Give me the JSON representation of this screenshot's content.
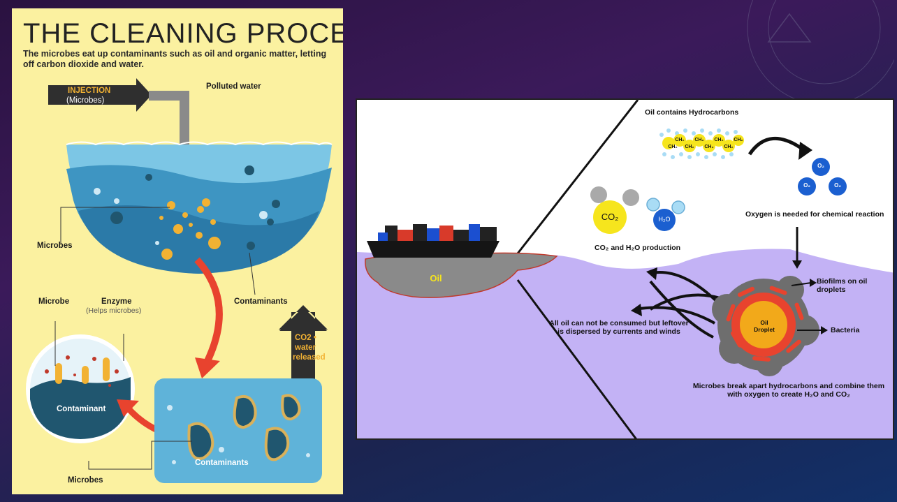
{
  "poster": {
    "title": "THE CLEANING PROCESS",
    "subtitle": "The microbes eat up contaminants such as oil and organic matter, letting off carbon dioxide and water.",
    "injection_label": "INJECTION",
    "injection_sub": "(Microbes)",
    "polluted_water": "Polluted water",
    "microbes_top": "Microbes",
    "contaminants_top": "Contaminants",
    "microbe": "Microbe",
    "enzyme": "Enzyme",
    "enzyme_sub": "(Helps microbes)",
    "co2_line1": "CO2 •",
    "co2_line2": "water",
    "co2_line3": "released",
    "contaminant": "Contaminant",
    "contaminants_bottom": "Contaminants",
    "microbes_bottom": "Microbes"
  },
  "panel": {
    "oil_contains": "Oil contains Hydrocarbons",
    "oil": "Oil",
    "co2": "CO₂",
    "h2o": "H₂O",
    "co2_h2o_production": "CO₂ and H₂O production",
    "oxygen_needed": "Oxygen is needed for chemical reaction",
    "o2": "O₂",
    "ch2": "CH₂",
    "biofilms": "Biofilms on oil droplets",
    "oil_droplet": "Oil Droplet",
    "bacteria": "Bacteria",
    "dispersed": "All oil can not be consumed but leftover is dispersed by currents and winds",
    "break_apart": "Microbes break apart hydrocarbons and combine them with oxygen to create H₂O and CO₂"
  },
  "colors": {
    "poster_bg": "#fbf1a0",
    "water": "#5fb3d9",
    "arrow_red": "#e8432e",
    "lavender": "#c3b2f5",
    "oil_gray": "#8a8a8a",
    "molecule_yellow": "#f6e51d",
    "o2_blue": "#1b5fd0"
  }
}
